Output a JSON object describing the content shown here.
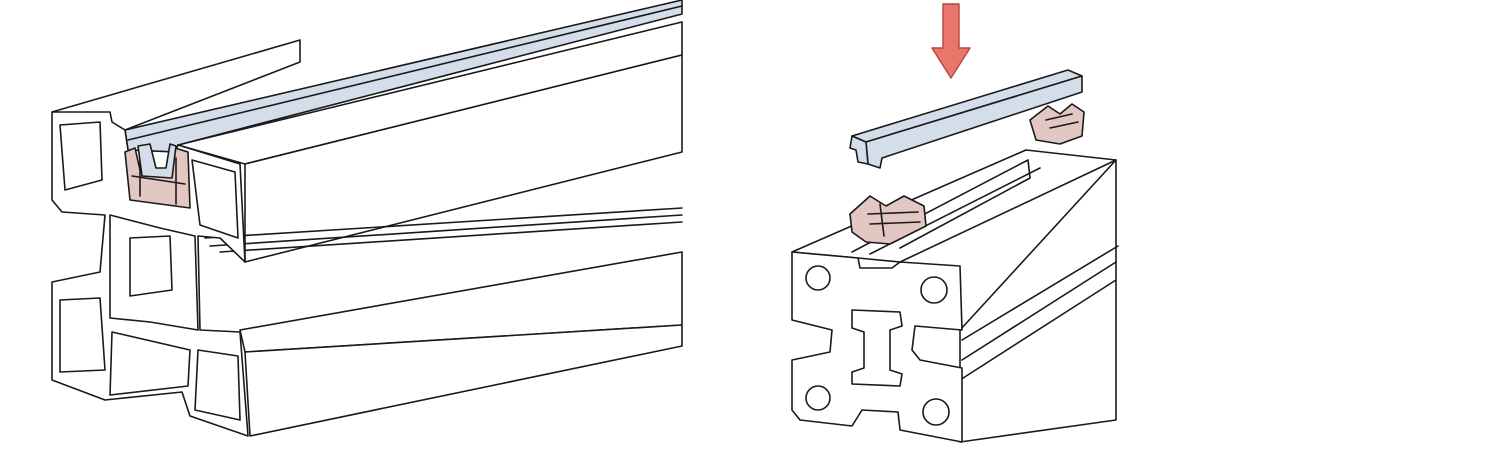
{
  "colors": {
    "background": "#ffffff",
    "line": "#1a1a1a",
    "profile_face": "#ffffff",
    "cover_strip": "#d4deea",
    "clip": "#e2c7c3",
    "arrow": "#e8766b",
    "arrow_stroke": "#b3473d"
  },
  "figures": [
    {
      "name": "assembled-profile-with-cover-strip"
    },
    {
      "name": "exploded-view-cover-strip-and-clips"
    }
  ],
  "arrow": {
    "direction": "down"
  }
}
